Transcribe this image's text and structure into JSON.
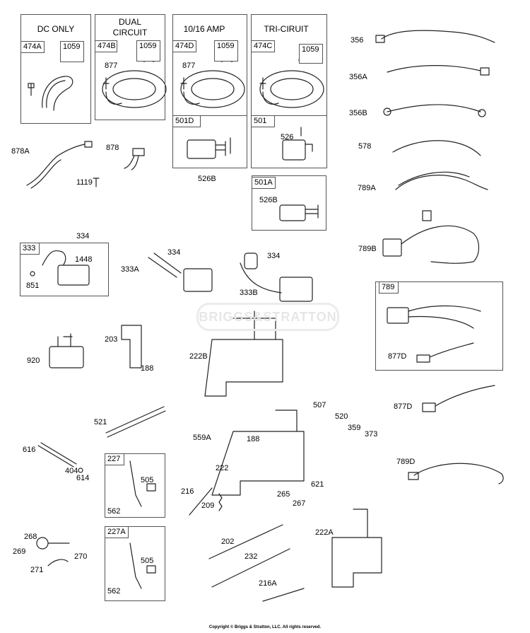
{
  "boxes": {
    "dc_only": {
      "header": "DC ONLY",
      "tag": "474A",
      "sub": "1059"
    },
    "dual_circuit": {
      "header": "DUAL CIRCUIT",
      "tag": "474B",
      "sub": "1059"
    },
    "amp": {
      "header": "10/16 AMP",
      "tag": "474D",
      "sub": "1059",
      "reg_tag": "501D"
    },
    "tri": {
      "header": "TRI-CIRUIT",
      "tag": "474C",
      "sub": "1059",
      "reg_tag": "501"
    },
    "b501a": {
      "tag": "501A"
    },
    "b333": {
      "tag": "333"
    },
    "b789": {
      "tag": "789"
    },
    "b227": {
      "tag": "227"
    },
    "b227a": {
      "tag": "227A"
    }
  },
  "labels": {
    "l877a": "877",
    "l877b": "877",
    "l526": "526",
    "l526b": "526B",
    "l526b2": "526B",
    "l878a": "878A",
    "l878": "878",
    "l1119": "1119",
    "l356": "356",
    "l356a": "356A",
    "l356b": "356B",
    "l578": "578",
    "l789a": "789A",
    "l789b": "789B",
    "l877d": "877D",
    "l877d2": "877D",
    "l789d": "789D",
    "l334a": "334",
    "l334b": "334",
    "l334c": "334",
    "l1448": "1448",
    "l851": "851",
    "l333a": "333A",
    "l333b": "333B",
    "l920": "920",
    "l203": "203",
    "l188a": "188",
    "l222b": "222B",
    "l521": "521",
    "l616": "616",
    "l404": "404",
    "l614": "614",
    "l505a": "505",
    "l562a": "562",
    "l505b": "505",
    "l562b": "562",
    "l268": "268",
    "l269": "269",
    "l270": "270",
    "l271": "271",
    "l559a": "559A",
    "l188b": "188",
    "l222": "222",
    "l216": "216",
    "l209": "209",
    "l507": "507",
    "l520": "520",
    "l359": "359",
    "l373": "373",
    "l621": "621",
    "l265": "265",
    "l267": "267",
    "l202": "202",
    "l232": "232",
    "l216a": "216A",
    "l222a": "222A"
  },
  "watermark": "BRIGGS&STRATTON",
  "copyright": "Copyright © Briggs & Stratton, LLC. All rights reserved."
}
